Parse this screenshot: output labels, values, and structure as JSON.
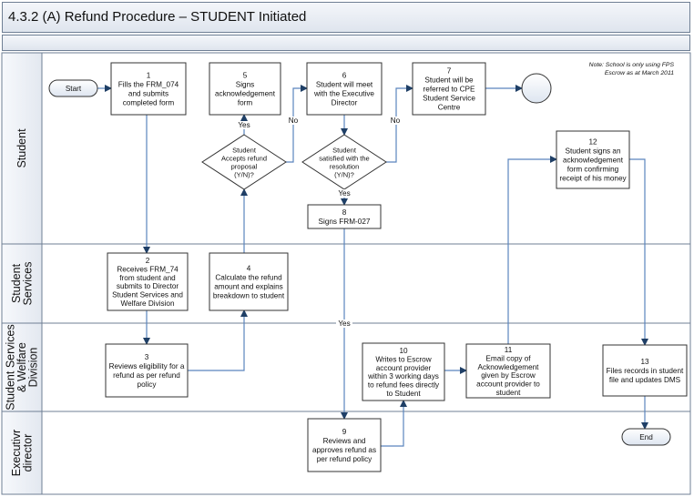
{
  "title": "4.3.2 (A)  Refund Procedure – STUDENT Initiated",
  "note": [
    "Note: School is only using FPS",
    "Escrow as at March 2011"
  ],
  "lanes": [
    [
      "Student"
    ],
    [
      "Student",
      "Services"
    ],
    [
      "Student Services",
      "& Welfare",
      "Division"
    ],
    [
      "Executivr",
      "director"
    ]
  ],
  "terminals": {
    "start": "Start",
    "end": "End"
  },
  "steps": {
    "s1": [
      "1",
      "Fills the FRM_074",
      "and submits",
      "completed form"
    ],
    "s2": [
      "2",
      "Receives FRM_74",
      "from student and",
      "submits to Director",
      "Student Services and",
      "Welfare Division"
    ],
    "s3": [
      "3",
      "Reviews eligibility for a",
      "refund as per refund",
      "policy"
    ],
    "s4": [
      "4",
      "Calculate the refund",
      "amount and explains",
      "breakdown to student"
    ],
    "s5": [
      "5",
      "Signs",
      "acknowledgement",
      "form"
    ],
    "s6": [
      "6",
      "Student will meet",
      "with the Executive",
      "Director"
    ],
    "s7": [
      "7",
      "Student will be",
      "referred to CPE",
      "Student Service",
      "Centre"
    ],
    "s8": [
      "8",
      "Signs FRM-027"
    ],
    "s9": [
      "9",
      "Reviews and",
      "approves refund as",
      "per refund policy"
    ],
    "s10": [
      "10",
      "Writes to Escrow",
      "account provider",
      "within 3 working days",
      "to refund fees directly",
      "to Student"
    ],
    "s11": [
      "11",
      "Email copy of",
      "Acknowledgement",
      "given by Escrow",
      "account provider to",
      "student"
    ],
    "s12": [
      "12",
      "Student signs an",
      "acknowledgement",
      "form confirming",
      "receipt of his money"
    ],
    "s13": [
      "13",
      "Files records in student",
      "file and updates DMS"
    ]
  },
  "decisions": {
    "d1": [
      "Student",
      "Accepts refund",
      "proposal",
      "(Y/N)?"
    ],
    "d2": [
      "Student",
      "satisfied with the",
      "resolution",
      "(Y/N)?"
    ]
  },
  "edge_labels": {
    "yes": "Yes",
    "no": "No"
  }
}
